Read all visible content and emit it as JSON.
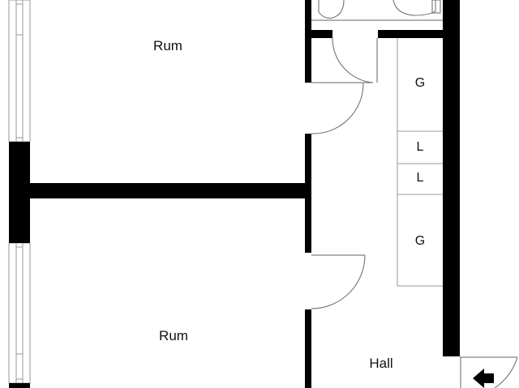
{
  "rooms": {
    "room_upper": "Rum",
    "room_lower": "Rum",
    "hall": "Hall"
  },
  "cabinets": [
    "G",
    "L",
    "L",
    "G"
  ],
  "icons": {
    "entrance": "entrance-arrow-icon"
  },
  "colors": {
    "wall": "#000000",
    "line": "#888888",
    "background": "#ffffff"
  }
}
